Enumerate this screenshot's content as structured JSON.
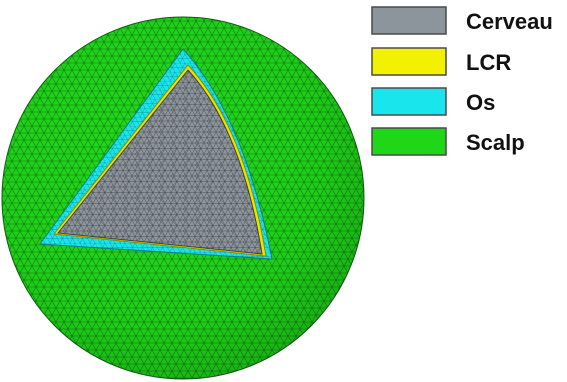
{
  "legend": [
    {
      "label": "Cerveau",
      "color": "#8c959b"
    },
    {
      "label": "LCR",
      "color": "#f2f200"
    },
    {
      "label": "Os",
      "color": "#19e6ec"
    },
    {
      "label": "Scalp",
      "color": "#1fd619"
    }
  ],
  "colors": {
    "scalp": "#1fd619",
    "os": "#19e6ec",
    "lcr": "#e6e600",
    "cerveau": "#8c959b",
    "mesh_line": "#0b5f0b",
    "brain_mesh_line": "#2b3136",
    "legend_border": "#4a4a4a"
  }
}
